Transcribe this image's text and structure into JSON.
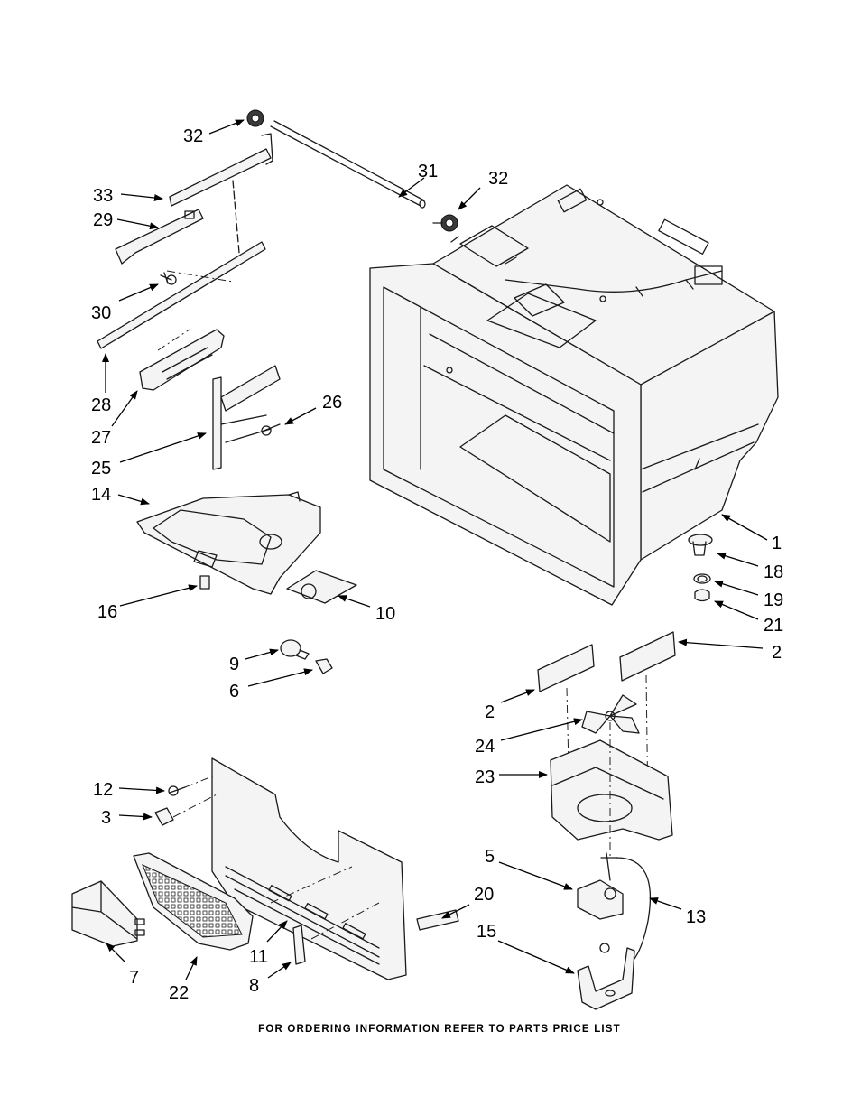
{
  "footer_text": "FOR ORDERING INFORMATION REFER TO PARTS PRICE LIST",
  "callouts": {
    "c32a": "32",
    "c31": "31",
    "c32b": "32",
    "c33": "33",
    "c29": "29",
    "c30": "30",
    "c28": "28",
    "c27": "27",
    "c25": "25",
    "c26": "26",
    "c14": "14",
    "c16": "16",
    "c10": "10",
    "c1": "1",
    "c18": "18",
    "c19": "19",
    "c21": "21",
    "c2a": "2",
    "c2b": "2",
    "c24": "24",
    "c23": "23",
    "c9": "9",
    "c6": "6",
    "c12": "12",
    "c3": "3",
    "c5": "5",
    "c13": "13",
    "c20": "20",
    "c15": "15",
    "c11": "11",
    "c7": "7",
    "c22": "22",
    "c8": "8"
  }
}
